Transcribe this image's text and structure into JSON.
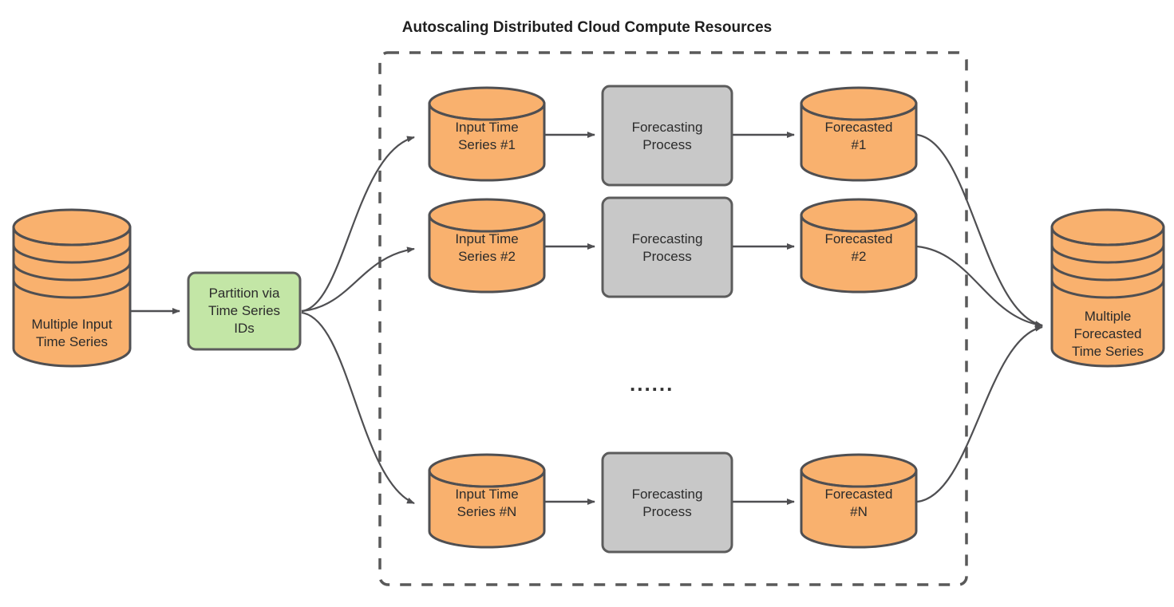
{
  "diagram": {
    "title": "Autoscaling Distributed Cloud Compute Resources",
    "type": "flowchart",
    "colors": {
      "cylinder_fill": "#f9b16e",
      "cylinder_stroke": "#4f4f52",
      "process_fill": "#c8c8c8",
      "process_stroke": "#5c5c5c",
      "partition_fill": "#c3e6a6",
      "partition_stroke": "#5c5c5c",
      "edge_stroke": "#4f4f52",
      "container_stroke": "#595959",
      "text": "#2b2b2b",
      "background": "#ffffff"
    },
    "container": {
      "label": "Autoscaling Distributed Cloud Compute Resources",
      "style": "dashed-rounded-rect"
    },
    "input_store": {
      "label": "Multiple Input\nTime Series",
      "shape": "stacked-cylinder",
      "disks": 5
    },
    "partition": {
      "label": "Partition via\nTime Series\nIDs",
      "shape": "rounded-rect"
    },
    "output_store": {
      "label": "Multiple\nForecasted\nTime Series",
      "shape": "stacked-cylinder",
      "disks": 5
    },
    "ellipsis": "......",
    "rows": [
      {
        "input": "Input Time\nSeries #1",
        "process": "Forecasting\nProcess",
        "output": "Forecasted\n#1"
      },
      {
        "input": "Input Time\nSeries #2",
        "process": "Forecasting\nProcess",
        "output": "Forecasted\n#2"
      },
      {
        "input": "Input Time\nSeries #N",
        "process": "Forecasting\nProcess",
        "output": "Forecasted\n#N"
      }
    ]
  }
}
